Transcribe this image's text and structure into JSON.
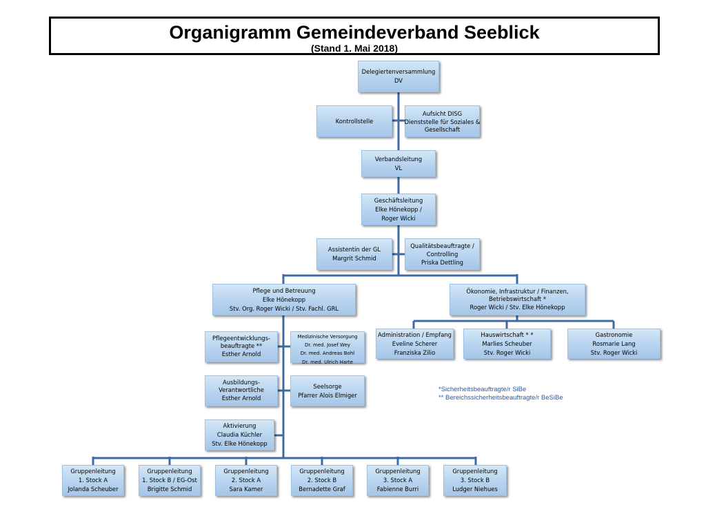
{
  "header": {
    "title": "Organigramm Gemeindeverband Seeblick",
    "subtitle": "(Stand 1. Mai 2018)"
  },
  "colors": {
    "box_fill": "#b7d3ee",
    "box_border": "#9fbfe3",
    "connector": "#3d6aa2"
  },
  "nodes": {
    "dv": [
      "Delegiertenversammlung",
      "DV"
    ],
    "kontrollstelle": [
      "Kontrollstelle"
    ],
    "aufsicht": [
      "Aufsicht  DISG",
      "Dienststelle für Soziales &",
      "Gesellschaft"
    ],
    "vl": [
      "Verbandsleitung",
      "VL"
    ],
    "gl": [
      "Geschäftsleitung",
      "Elke Hönekopp /",
      "Roger Wicki"
    ],
    "assistentin": [
      "Assistentin der GL",
      "Margrit Schmid"
    ],
    "qualitaet": [
      "Qualitätsbeauftragte /",
      "Controlling",
      "Priska Dettling"
    ],
    "pflege": [
      "Pflege und Betreuung",
      "Elke Hönekopp",
      "Stv. Org. Roger Wicki / Stv. Fachl. GRL"
    ],
    "oekonomie": [
      "Ökonomie, Infrastruktur / Finanzen,",
      "Betriebswirtschaft  *",
      "Roger Wicki / Stv. Elke Hönekopp"
    ],
    "administration": [
      "Administration / Empfang",
      "Eveline Scherer",
      "Franziska Zilio"
    ],
    "hauswirtschaft": [
      "Hauswirtschaft * *",
      "Marlies Scheuber",
      "Stv. Roger Wicki"
    ],
    "gastronomie": [
      "Gastronomie",
      "Rosmarie Lang",
      "Stv. Roger Wicki"
    ],
    "pflegeentwicklung": [
      "Pflegeentwicklungs-",
      "beauftragte **",
      "Esther Arnold"
    ],
    "medizinisch": [
      "Medizinische Versorgung",
      "Dr. med. Josef Wey",
      "Dr. med. Andreas Bohl",
      "Dr. med. Ulrich Harte"
    ],
    "ausbildung": [
      "Ausbildungs-",
      "Verantwortliche",
      "Esther Arnold"
    ],
    "seelsorge": [
      "Seelsorge",
      "Pfarrer Alois Elmiger"
    ],
    "aktivierung": [
      "Aktivierung",
      "Claudia Küchler",
      "Stv. Elke Hönekopp"
    ],
    "g1": [
      "Gruppenleitung",
      "1. Stock A",
      "Jolanda Scheuber"
    ],
    "g2": [
      "Gruppenleitung",
      "1. Stock B / EG-Ost",
      "Brigitte Schmid"
    ],
    "g3": [
      "Gruppenleitung",
      "2. Stock A",
      "Sara Kamer"
    ],
    "g4": [
      "Gruppenleitung",
      "2. Stock B",
      "Bernadette Graf"
    ],
    "g5": [
      "Gruppenleitung",
      "3. Stock A",
      "Fabienne Burri"
    ],
    "g6": [
      "Gruppenleitung",
      "3. Stock B",
      "Ludger Niehues"
    ]
  },
  "footnotes": [
    "*Sicherheitsbeauftragte/r SiBe",
    "** Bereichssicherheitsbeauftragte/r BeSiBe"
  ]
}
